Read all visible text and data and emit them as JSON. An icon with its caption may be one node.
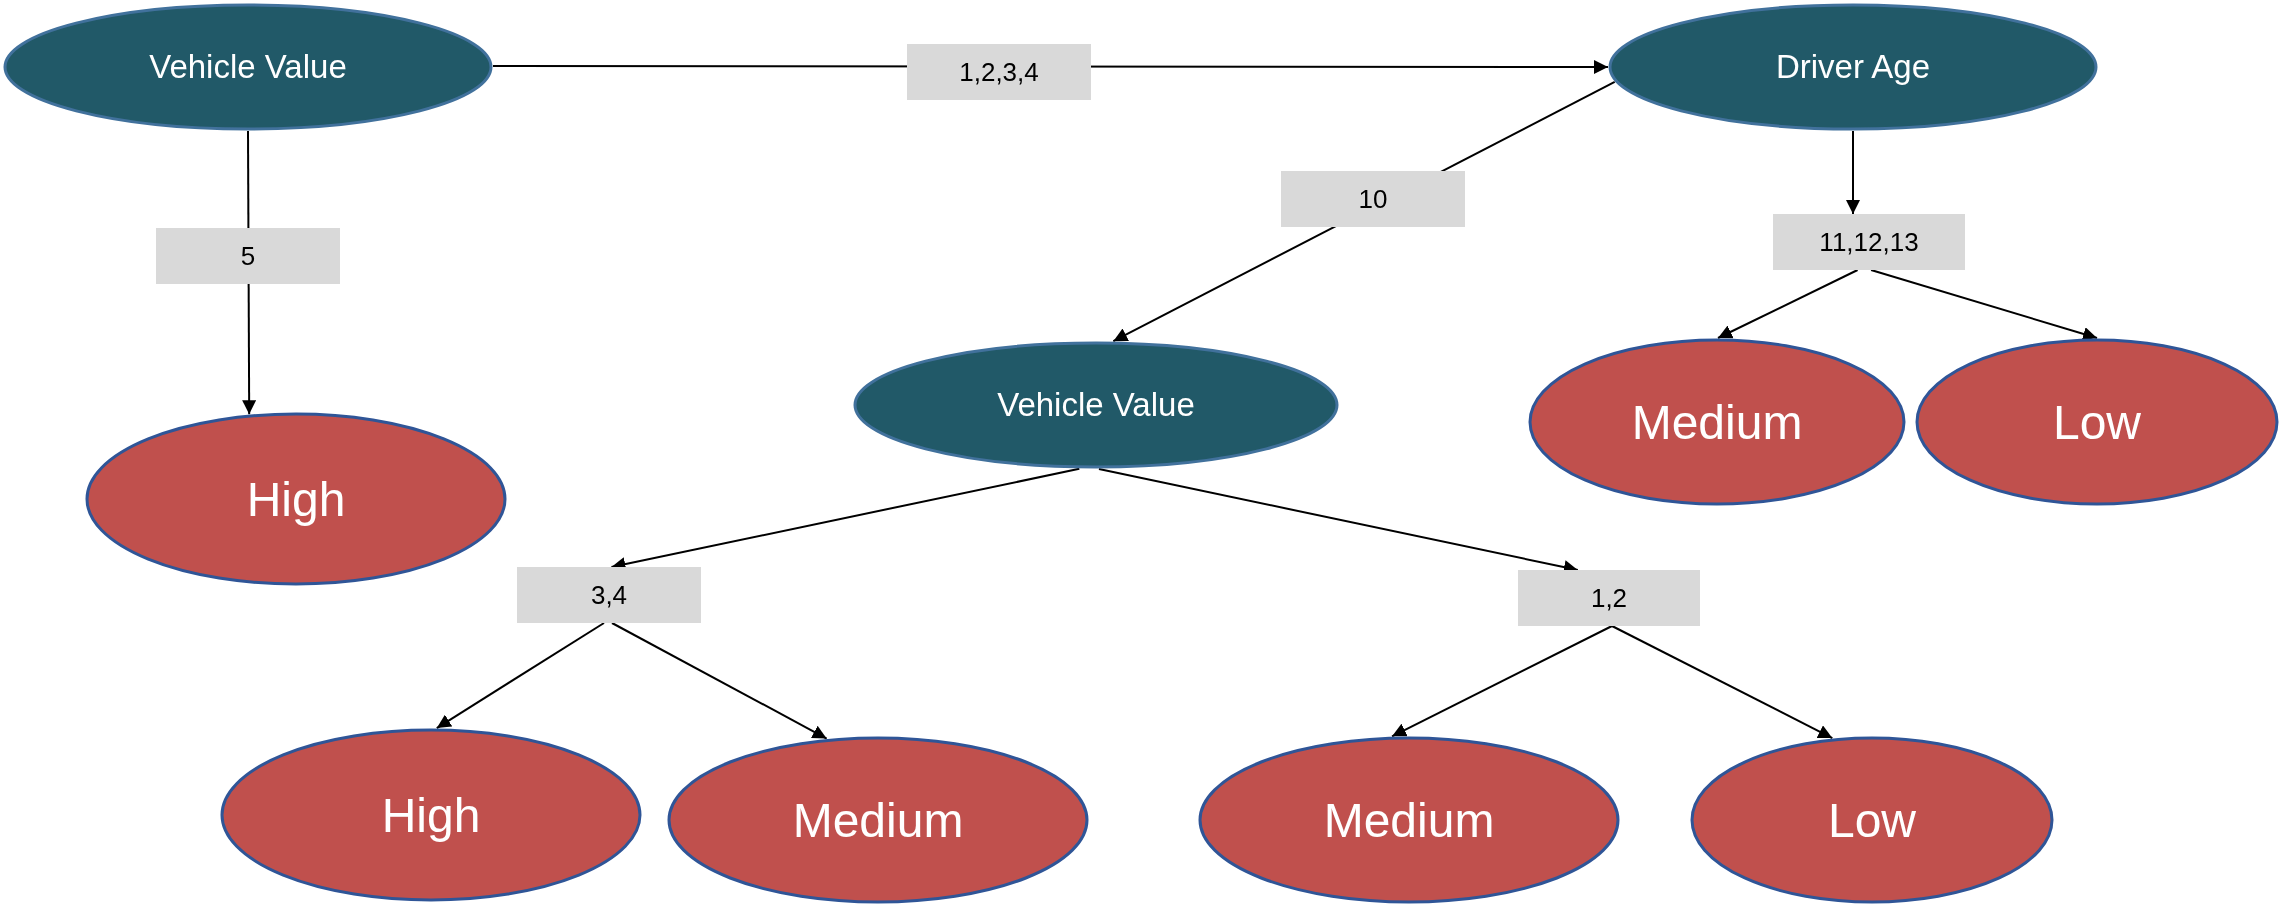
{
  "diagram": {
    "nodes": [
      {
        "text": [
          "Vehicle Value"
        ]
      },
      {
        "text": [
          "Driver Age"
        ]
      },
      {
        "text": [
          "High"
        ]
      },
      {
        "text": [
          "Vehicle Value"
        ]
      },
      {
        "text": [
          "11,12,13"
        ]
      },
      {
        "text": [
          "Medium"
        ]
      },
      {
        "text": [
          "Low"
        ]
      },
      {
        "text": [
          "3,4"
        ]
      },
      {
        "text": [
          "1,2"
        ]
      },
      {
        "text": [
          "High"
        ]
      },
      {
        "text": [
          "Medium"
        ]
      },
      {
        "text": [
          "Medium"
        ]
      },
      {
        "text": [
          "Low"
        ]
      }
    ],
    "edges": [
      {
        "from": 0,
        "to": 1,
        "arrow": "to",
        "label": "1,2,3,4"
      },
      {
        "from": 0,
        "to": 2,
        "arrow": "to",
        "label": "5"
      },
      {
        "from": 1,
        "to": 3,
        "arrow": "to",
        "label": "10"
      },
      {
        "from": 1,
        "to": 4,
        "arrow": "to"
      },
      {
        "from": 4,
        "to": 5,
        "arrow": "to"
      },
      {
        "from": 4,
        "to": 6,
        "arrow": "to"
      },
      {
        "from": 3,
        "to": 7,
        "arrow": "to"
      },
      {
        "from": 3,
        "to": 8,
        "arrow": "to"
      },
      {
        "from": 7,
        "to": 9,
        "arrow": "to"
      },
      {
        "from": 7,
        "to": 10,
        "arrow": "to"
      },
      {
        "from": 8,
        "to": 11,
        "arrow": "to"
      },
      {
        "from": 8,
        "to": 12,
        "arrow": "to"
      }
    ]
  }
}
